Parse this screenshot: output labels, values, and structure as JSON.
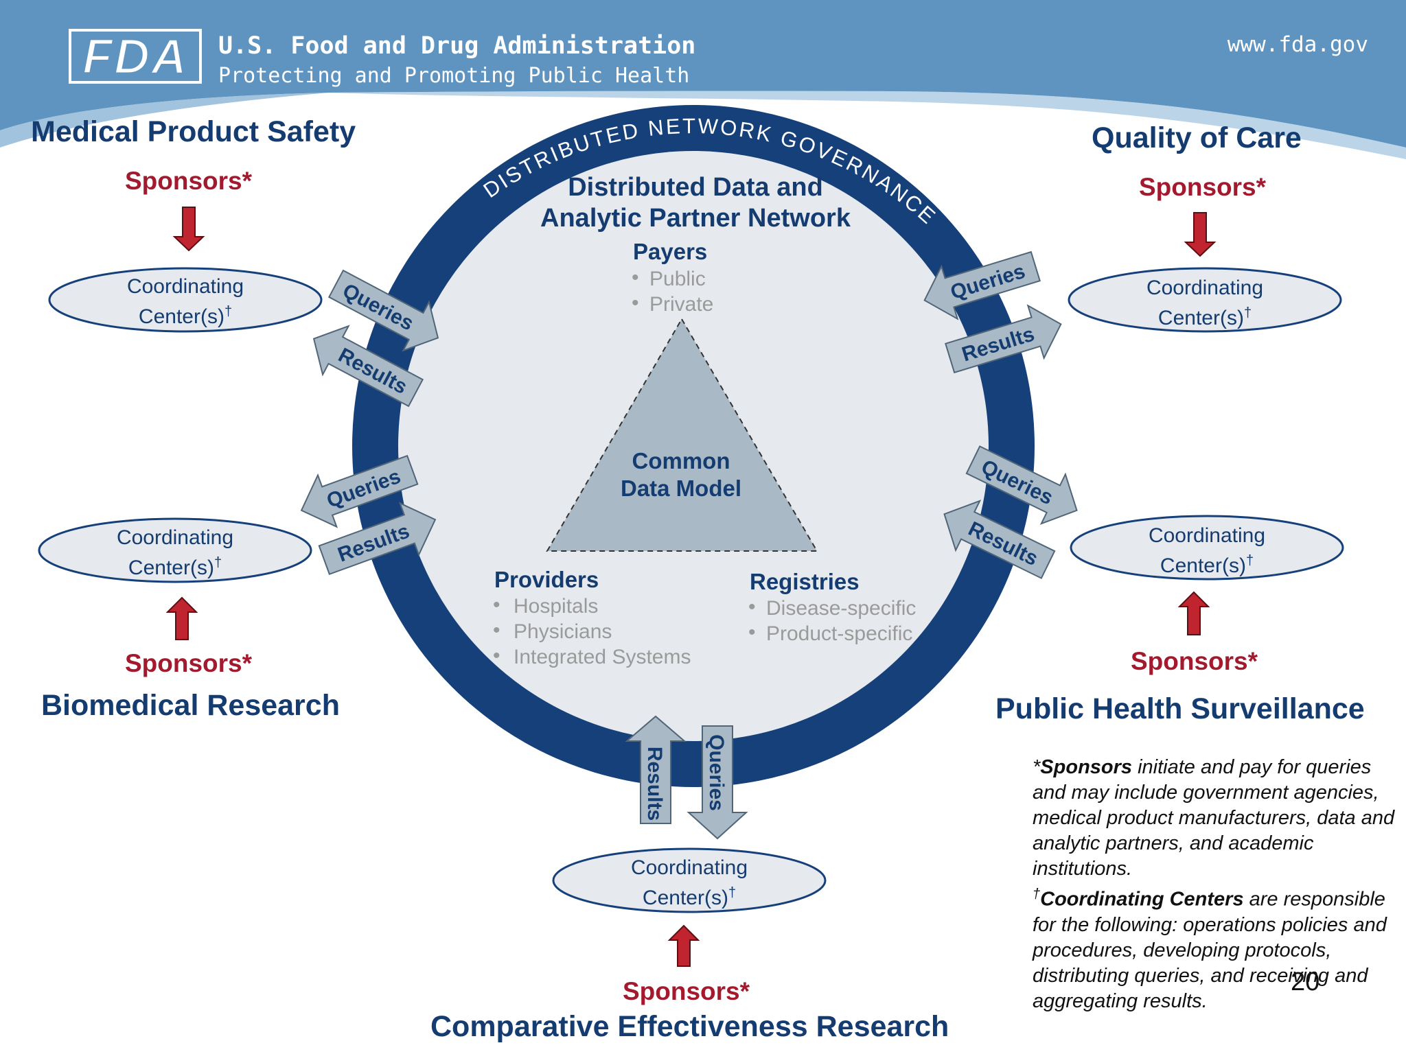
{
  "header": {
    "agency_name": "U.S. Food and Drug Administration",
    "tagline": "Protecting and Promoting Public Health",
    "website": "www.fda.gov",
    "logo_text": "FDA"
  },
  "ring": {
    "governance_label": "DISTRIBUTED NETWORK GOVERNANCE",
    "network_title_line1": "Distributed Data and",
    "network_title_line2": "Analytic Partner Network"
  },
  "payers": {
    "title": "Payers",
    "items": [
      "Public",
      "Private"
    ]
  },
  "common_data_model": {
    "line1": "Common",
    "line2": "Data Model"
  },
  "providers": {
    "title": "Providers",
    "items": [
      "Hospitals",
      "Physicians",
      "Integrated Systems"
    ]
  },
  "registries": {
    "title": "Registries",
    "items": [
      "Disease-specific",
      "Product-specific"
    ]
  },
  "arrows": {
    "queries": "Queries",
    "results": "Results"
  },
  "coordinating_center": {
    "line1": "Coordinating",
    "line2": "Center(s)",
    "dagger": "†"
  },
  "sponsors_label": "Sponsors*",
  "domains": {
    "medical_product_safety": "Medical Product Safety",
    "quality_of_care": "Quality of Care",
    "biomedical_research": "Biomedical Research",
    "public_health_surveillance": "Public Health Surveillance",
    "comparative_effectiveness_research": "Comparative Effectiveness Research"
  },
  "footnote": {
    "sponsors_mark": "*",
    "sponsors_term": "Sponsors",
    "sponsors_text": " initiate and pay for queries and may include government agencies, medical product manufacturers, data and analytic partners, and academic institutions.",
    "centers_mark": "†",
    "centers_term": "Coordinating Centers",
    "centers_text": " are responsible for the following: operations policies and procedures, developing protocols, distributing queries, and receiving and aggregating results."
  },
  "page_number": "20",
  "colors": {
    "header_blue": "#5e94bf",
    "ring_navy": "#16407a",
    "disk_fill": "#e6e9ed",
    "arrow_fill": "#a9bac6",
    "triangle_fill": "#a9bac6",
    "title_navy": "#153c70",
    "sponsor_red": "#a31a2e",
    "bullet_gray": "#9a9a9a"
  }
}
